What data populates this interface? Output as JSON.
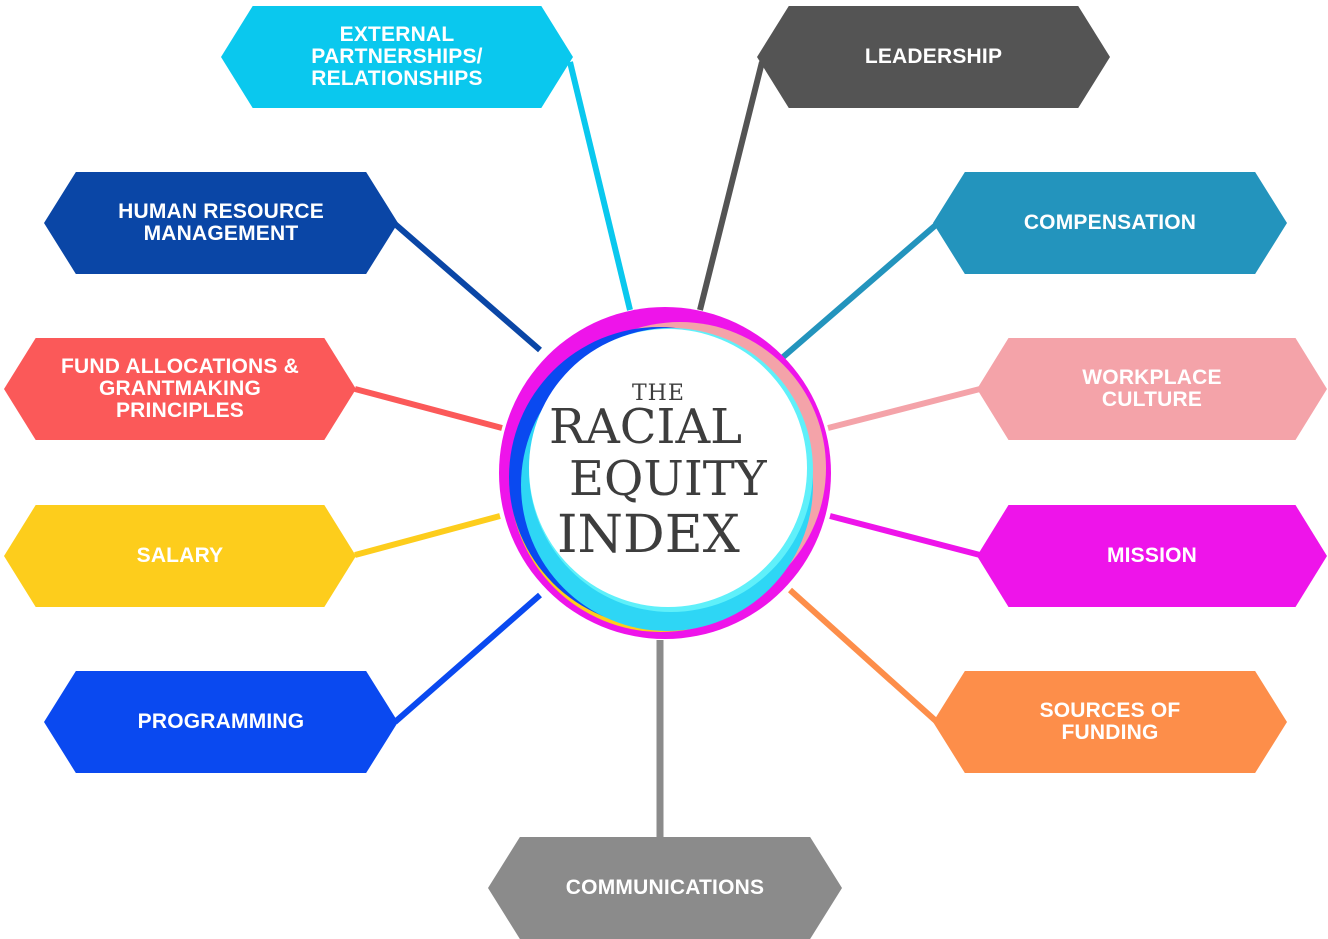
{
  "title": {
    "the": "THE",
    "line1": "RACIAL",
    "line2": "EQUITY",
    "line3": "INDEX"
  },
  "nodes": [
    {
      "id": "external",
      "label": "EXTERNAL\nPARTNERSHIPS/\nRELATIONSHIPS",
      "color": "#0ac8ee"
    },
    {
      "id": "leadership",
      "label": "LEADERSHIP",
      "color": "#545454"
    },
    {
      "id": "hr",
      "label": "HUMAN RESOURCE\nMANAGEMENT",
      "color": "#0a46a6"
    },
    {
      "id": "compensation",
      "label": "COMPENSATION",
      "color": "#2394bd"
    },
    {
      "id": "fund",
      "label": "FUND ALLOCATIONS &\nGRANTMAKING\nPRINCIPLES",
      "color": "#fb5959"
    },
    {
      "id": "workplace",
      "label": "WORKPLACE\nCULTURE",
      "color": "#f4a3a9"
    },
    {
      "id": "salary",
      "label": "SALARY",
      "color": "#fdcd1c"
    },
    {
      "id": "mission",
      "label": "MISSION",
      "color": "#ee14ea"
    },
    {
      "id": "programming",
      "label": "PROGRAMMING",
      "color": "#0a49f0"
    },
    {
      "id": "sources",
      "label": "SOURCES OF\nFUNDING",
      "color": "#fd8e4a"
    },
    {
      "id": "communications",
      "label": "COMMUNICATIONS",
      "color": "#8b8b8b"
    }
  ]
}
